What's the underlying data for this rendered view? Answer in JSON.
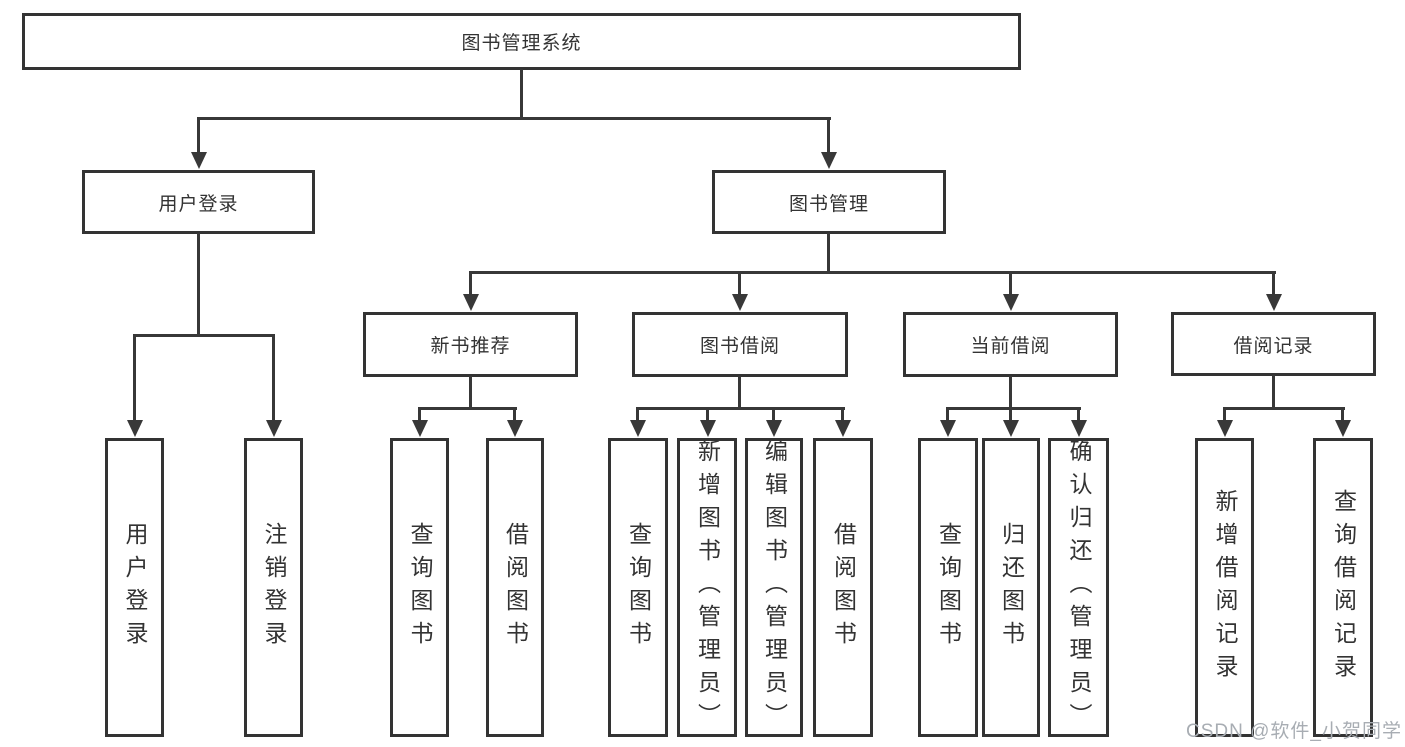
{
  "nodes": {
    "root": "图书管理系统",
    "user_login": "用户登录",
    "book_management": "图书管理",
    "new_book_recommend": "新书推荐",
    "book_borrowing": "图书借阅",
    "current_borrowing": "当前借阅",
    "borrowing_records": "借阅记录",
    "leaf_user_login": "用户登录",
    "leaf_logout": "注销登录",
    "leaf_nb_query_books": "查询图书",
    "leaf_nb_borrow_books": "借阅图书",
    "leaf_bb_query_books": "查询图书",
    "leaf_bb_add_books": "新增图书（管理员）",
    "leaf_bb_edit_books": "编辑图书（管理员）",
    "leaf_bb_borrow_books": "借阅图书",
    "leaf_cb_query_books": "查询图书",
    "leaf_cb_return_books": "归还图书",
    "leaf_cb_confirm_return": "确认归还（管理员）",
    "leaf_br_add_record": "新增借阅记录",
    "leaf_br_query_record": "查询借阅记录"
  },
  "watermark": "CSDN @软件_小贺同学",
  "colors": {
    "line": "#383838",
    "text": "#333333",
    "watermark": "#a8adb3",
    "background": "#ffffff"
  }
}
